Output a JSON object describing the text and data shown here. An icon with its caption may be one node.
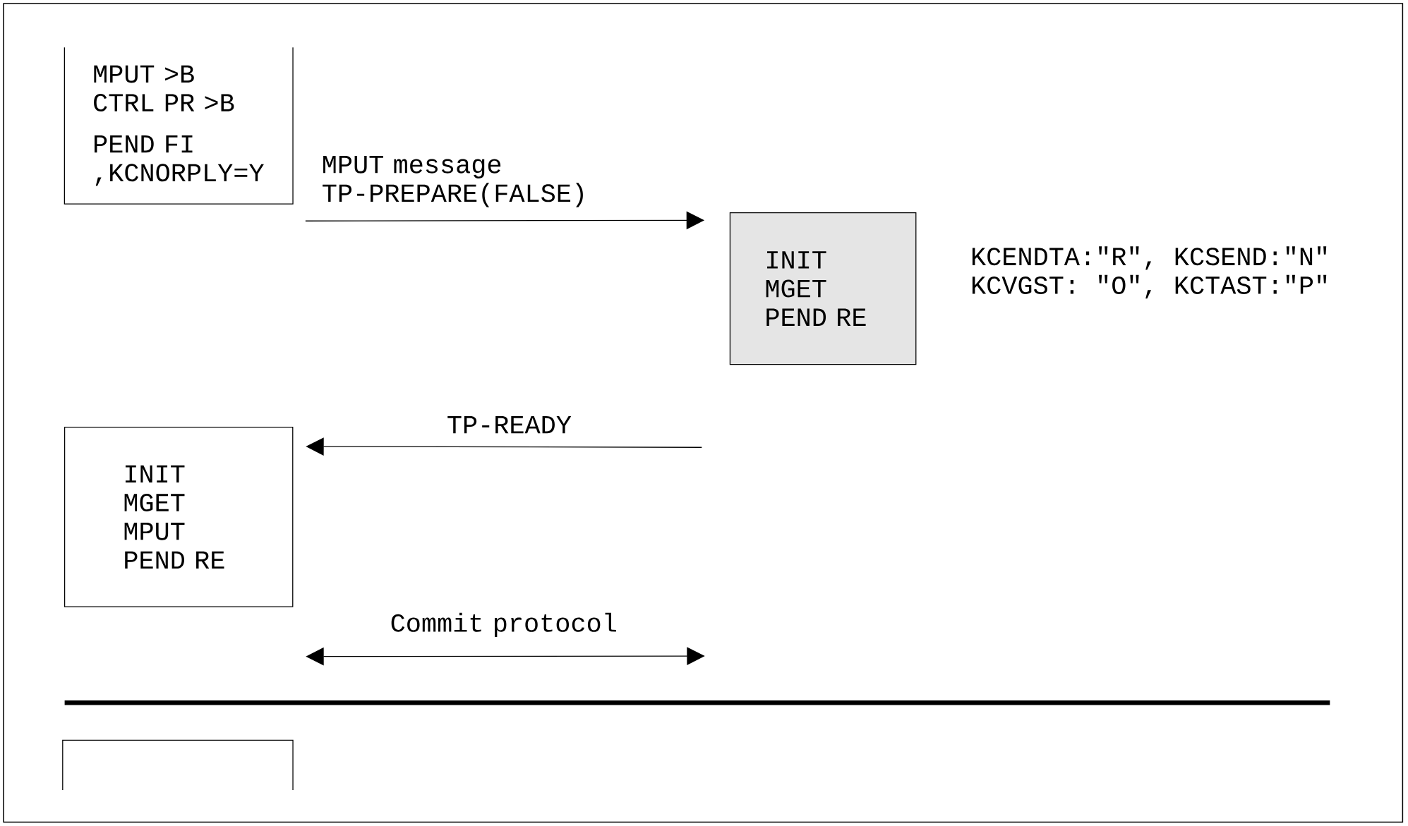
{
  "diagram": {
    "nodes": [
      {
        "text": [
          "MPUT >B",
          "CTRL PR >B",
          "PEND FI ,KCNORPLY=Y"
        ]
      },
      {
        "text": [
          "INIT",
          "MGET",
          "PEND RE"
        ],
        "beside": [
          "KCENDTA:\"R\", KCSEND:\"N\"",
          "KCVGST: \"O\", KCTAST:\"P\""
        ]
      },
      {
        "text": [
          "INIT",
          "MGET",
          "MPUT",
          "PEND RE"
        ]
      },
      {
        "text": [],
        "shape": "box"
      }
    ],
    "edges": [
      {
        "from": 0,
        "to": 1,
        "arrow": "to",
        "label": "MPUT message TP-PREPARE(FALSE)"
      },
      {
        "from": 1,
        "to": 2,
        "arrow": "to",
        "label": "TP-READY"
      },
      {
        "from": 2,
        "to": null,
        "arrow": "both",
        "label": "Commit protocol"
      }
    ]
  }
}
